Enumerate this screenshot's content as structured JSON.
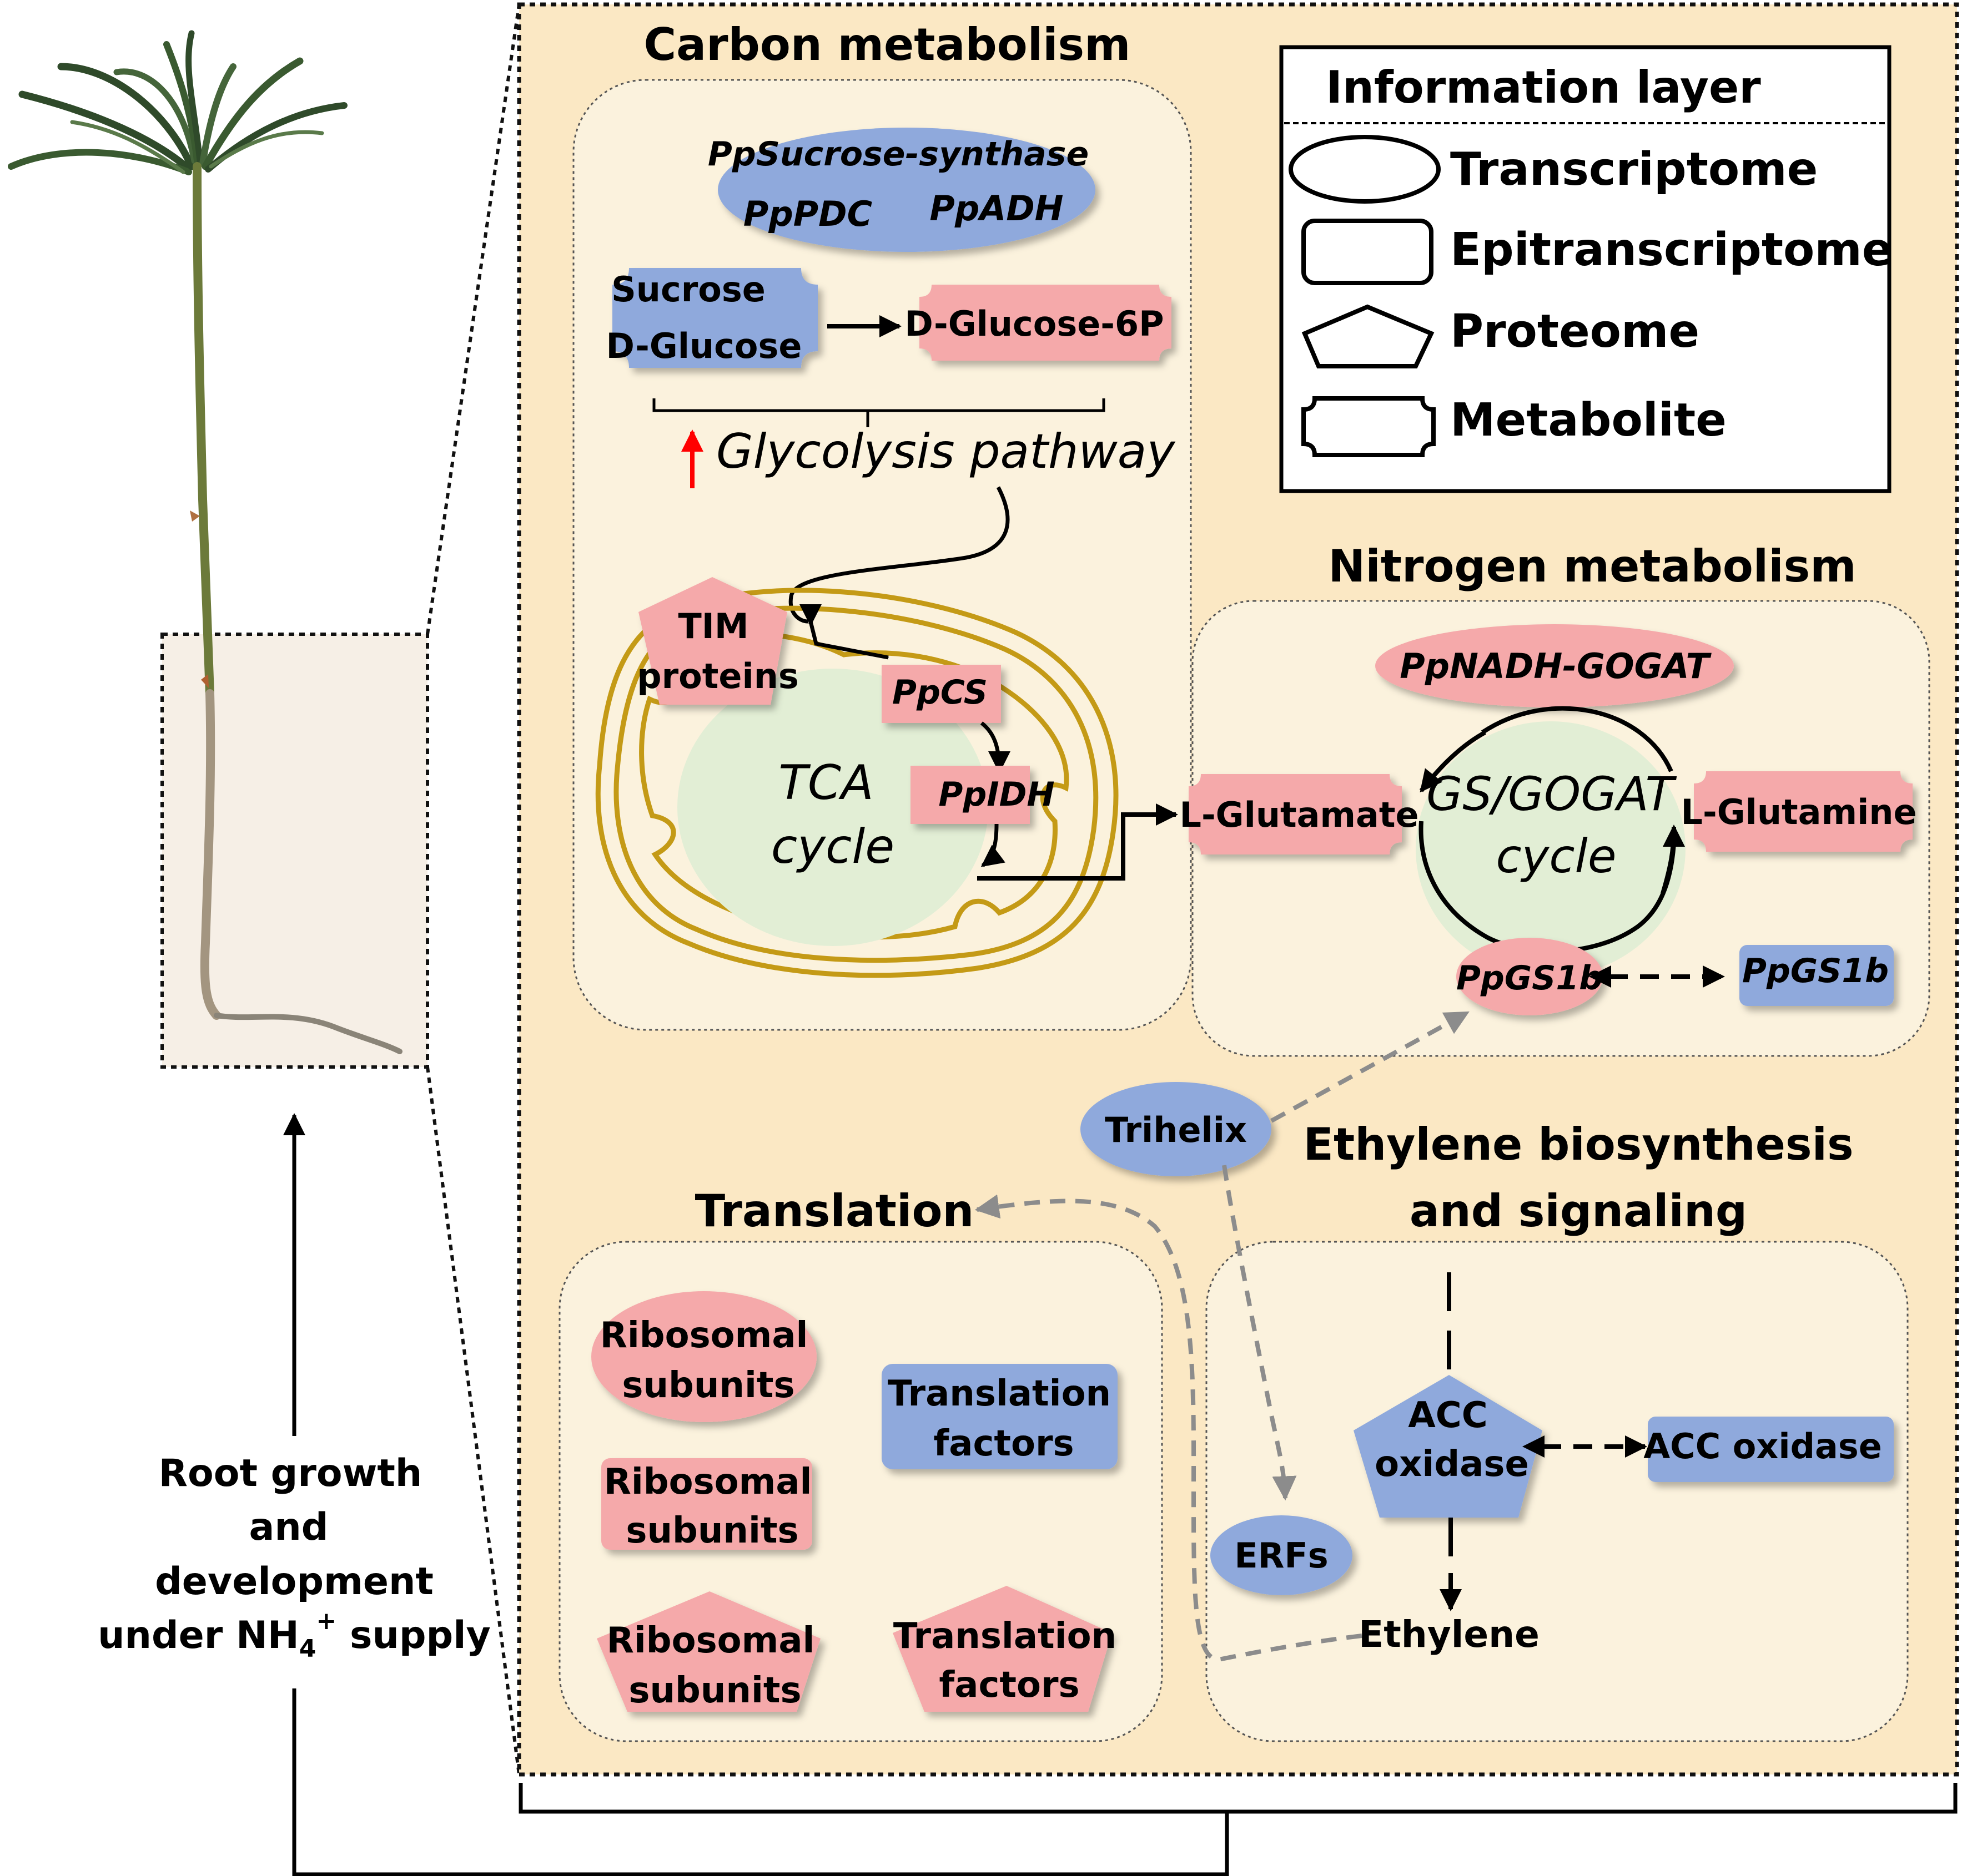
{
  "colors": {
    "panel_bg": "#fbe8c4",
    "group_bg": "#fbf2dd",
    "pink": "#f5a9aa",
    "blue": "#8fa9dc",
    "green": "#e2eed5",
    "mito": "#c49a16",
    "arrow_gray": "#8c8c8c",
    "red_arrow": "#ff0000"
  },
  "sections": {
    "carbon": "Carbon metabolism",
    "nitrogen": "Nitrogen metabolism",
    "translation": "Translation",
    "ethylene_1": "Ethylene biosynthesis",
    "ethylene_2": "and signaling"
  },
  "legend": {
    "title": "Information layer",
    "items": [
      "Transcriptome",
      "Epitranscriptome",
      "Proteome",
      "Metabolite"
    ]
  },
  "carbon": {
    "genes": [
      "PpSucrose-synthase",
      "PpPDC",
      "PpADH"
    ],
    "metabolites_left": [
      "Sucrose",
      "D-Glucose"
    ],
    "glucose6p": "D-Glucose-6P",
    "glycolysis": "Glycolysis pathway",
    "tim": [
      "TIM",
      "proteins"
    ],
    "pcs": "PpCS",
    "pidh": "PpIDH",
    "tca": [
      "TCA",
      "cycle"
    ]
  },
  "nitrogen": {
    "gogat": "PpNADH-GOGAT",
    "glutamate": "L-Glutamate",
    "glutamine": "L-Glutamine",
    "cycle": [
      "GS/GOGAT",
      "cycle"
    ],
    "gs1b_pink": "PpGS1b",
    "gs1b_blue": "PpGS1b"
  },
  "trihelix": "Trihelix",
  "translation": {
    "ribosomal_ellipse": [
      "Ribosomal",
      "subunits"
    ],
    "ribosomal_rect": [
      "Ribosomal",
      "subunits"
    ],
    "ribosomal_pent": [
      "Ribosomal",
      "subunits"
    ],
    "factors_rect": [
      "Translation",
      "factors"
    ],
    "factors_pent": [
      "Translation",
      "factors"
    ]
  },
  "ethylene": {
    "acc_pent": [
      "ACC",
      "oxidase"
    ],
    "acc_rect": "ACC oxidase",
    "erfs": "ERFs",
    "ethylene": "Ethylene"
  },
  "root": {
    "line1": "Root growth",
    "line2": "and",
    "line3": "development",
    "line4_pre": "under NH",
    "line4_sub": "4",
    "line4_sup": "+",
    "line4_post": " supply"
  }
}
